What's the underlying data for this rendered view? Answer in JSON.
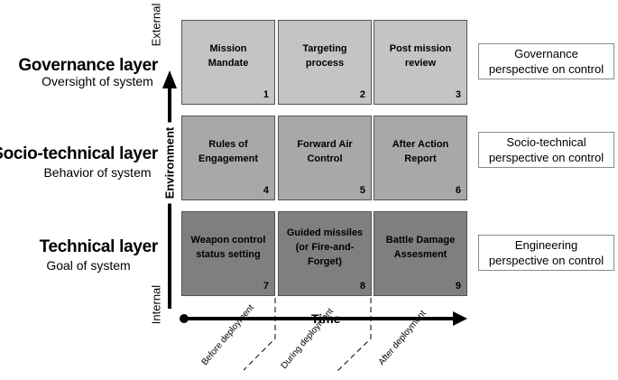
{
  "layers": [
    {
      "title": "Governance layer",
      "subtitle": "Oversight of system"
    },
    {
      "title": "Socio-technical layer",
      "subtitle": "Behavior of system"
    },
    {
      "title": "Technical layer",
      "subtitle": "Goal of system"
    }
  ],
  "cells": [
    [
      {
        "label_lines": [
          "Mission",
          "Mandate"
        ],
        "number": "1"
      },
      {
        "label_lines": [
          "Targeting",
          "process"
        ],
        "number": "2"
      },
      {
        "label_lines": [
          "Post mission",
          "review"
        ],
        "number": "3"
      }
    ],
    [
      {
        "label_lines": [
          "Rules of",
          "Engagement"
        ],
        "number": "4"
      },
      {
        "label_lines": [
          "Forward Air",
          "Control"
        ],
        "number": "5"
      },
      {
        "label_lines": [
          "After Action",
          "Report"
        ],
        "number": "6"
      }
    ],
    [
      {
        "label_lines": [
          "Weapon control",
          "status setting"
        ],
        "number": "7"
      },
      {
        "label_lines": [
          "Guided missiles",
          "(or Fire-and-",
          "Forget)"
        ],
        "number": "8"
      },
      {
        "label_lines": [
          "Battle Damage",
          "Assesment"
        ],
        "number": "9"
      }
    ]
  ],
  "perspectives": [
    {
      "lines": [
        "Governance",
        "perspective on control"
      ]
    },
    {
      "lines": [
        "Socio-technical",
        "perspective on control"
      ]
    },
    {
      "lines": [
        "Engineering",
        "perspective on control"
      ]
    }
  ],
  "axes": {
    "vertical_top": "External",
    "vertical_middle": "Environment",
    "vertical_bottom": "Internal",
    "horizontal": "Time"
  },
  "phases": [
    "Before deployment",
    "During deployment",
    "After deployment"
  ],
  "colors": {
    "row_governance": "#c4c4c4",
    "row_socio_technical": "#a8a8a8",
    "row_technical": "#7f7f7f"
  }
}
